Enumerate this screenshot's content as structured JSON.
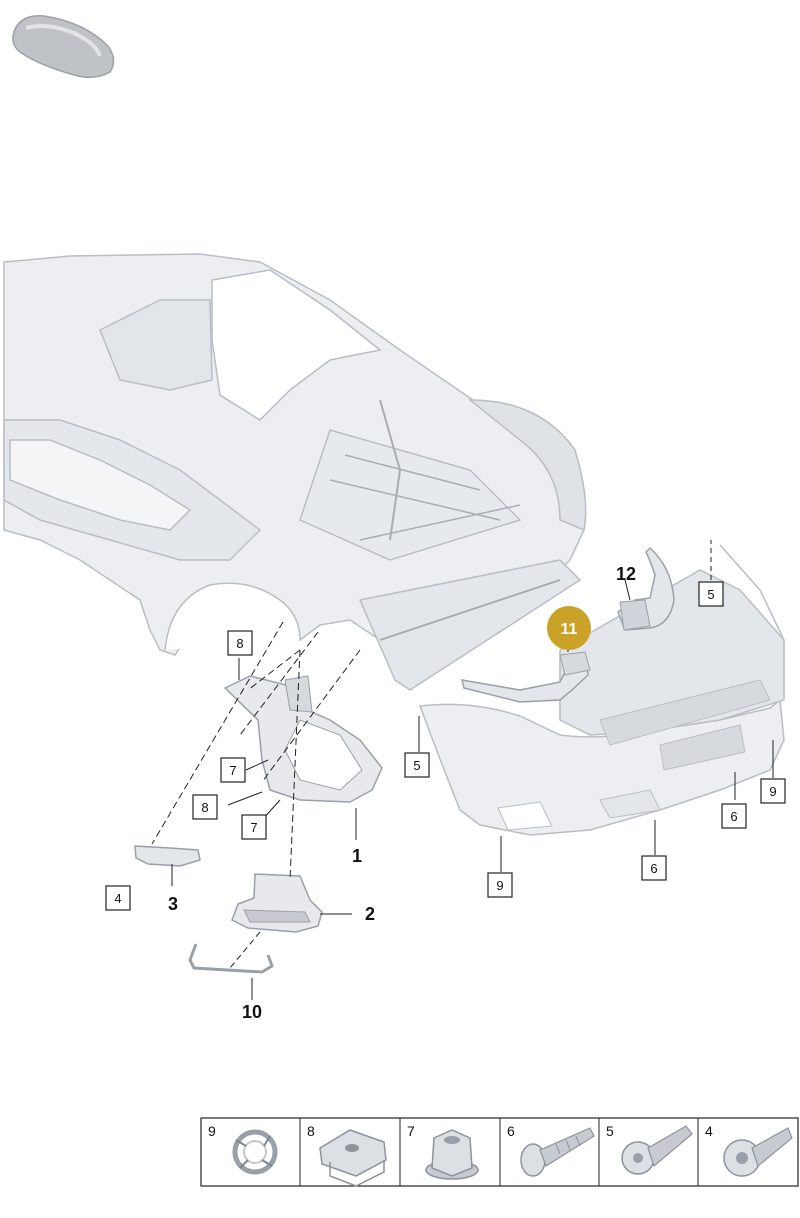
{
  "callouts_boxed": [
    "8",
    "7",
    "8",
    "7",
    "4",
    "5",
    "5",
    "9",
    "6",
    "6",
    "9"
  ],
  "callouts_bold": [
    "1",
    "2",
    "3",
    "10",
    "12"
  ],
  "highlight_callout": "11",
  "legend": [
    "9",
    "8",
    "7",
    "6",
    "5",
    "4"
  ],
  "colors": {
    "part_fill": "#eceef1",
    "part_stroke": "#b9bdc4",
    "part_shade": "#d6d9de",
    "highlight": "#c9a227",
    "line": "#222222"
  }
}
